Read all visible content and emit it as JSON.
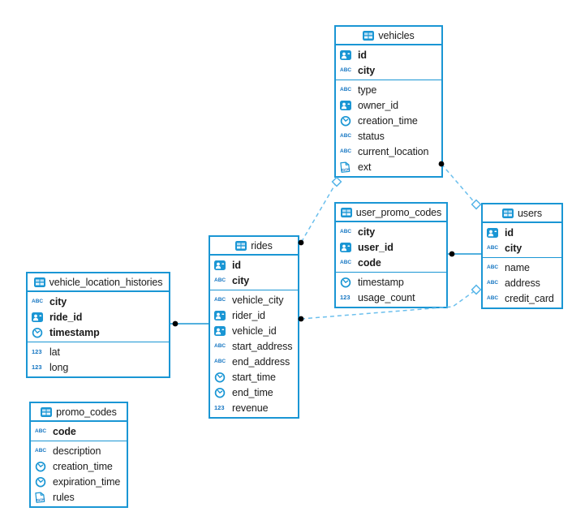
{
  "diagram": {
    "title": "",
    "colors": {
      "table_border": "#1a96d4",
      "icon_blue": "#1a96d4",
      "icon_text_blue": "#1576c2",
      "dashed_relation": "#6bbfed",
      "solid_relation": "#1a96d4",
      "endpoint_dot": "#000000",
      "text": "#1b1b1b",
      "background": "#ffffff"
    },
    "icons": {
      "table": "table-grid",
      "ref": "person-id-badge",
      "string": "ABC-letters",
      "number": "123-digits",
      "timestamp": "clock",
      "json": "json-document"
    },
    "icon_glyphs": {
      "string": "ABC",
      "number": "123",
      "json": "JSON"
    },
    "tables": [
      {
        "name": "vehicles",
        "columns": [
          {
            "name": "id",
            "type": "ref",
            "key": true
          },
          {
            "name": "city",
            "type": "string",
            "key": true
          },
          {
            "name": "type",
            "type": "string",
            "key": false
          },
          {
            "name": "owner_id",
            "type": "ref",
            "key": false
          },
          {
            "name": "creation_time",
            "type": "timestamp",
            "key": false
          },
          {
            "name": "status",
            "type": "string",
            "key": false
          },
          {
            "name": "current_location",
            "type": "string",
            "key": false
          },
          {
            "name": "ext",
            "type": "json",
            "key": false
          }
        ]
      },
      {
        "name": "user_promo_codes",
        "columns": [
          {
            "name": "city",
            "type": "string",
            "key": true
          },
          {
            "name": "user_id",
            "type": "ref",
            "key": true
          },
          {
            "name": "code",
            "type": "string",
            "key": true
          },
          {
            "name": "timestamp",
            "type": "timestamp",
            "key": false
          },
          {
            "name": "usage_count",
            "type": "number",
            "key": false
          }
        ]
      },
      {
        "name": "users",
        "columns": [
          {
            "name": "id",
            "type": "ref",
            "key": true
          },
          {
            "name": "city",
            "type": "string",
            "key": true
          },
          {
            "name": "name",
            "type": "string",
            "key": false
          },
          {
            "name": "address",
            "type": "string",
            "key": false
          },
          {
            "name": "credit_card",
            "type": "string",
            "key": false
          }
        ]
      },
      {
        "name": "rides",
        "columns": [
          {
            "name": "id",
            "type": "ref",
            "key": true
          },
          {
            "name": "city",
            "type": "string",
            "key": true
          },
          {
            "name": "vehicle_city",
            "type": "string",
            "key": false
          },
          {
            "name": "rider_id",
            "type": "ref",
            "key": false
          },
          {
            "name": "vehicle_id",
            "type": "ref",
            "key": false
          },
          {
            "name": "start_address",
            "type": "string",
            "key": false
          },
          {
            "name": "end_address",
            "type": "string",
            "key": false
          },
          {
            "name": "start_time",
            "type": "timestamp",
            "key": false
          },
          {
            "name": "end_time",
            "type": "timestamp",
            "key": false
          },
          {
            "name": "revenue",
            "type": "number",
            "key": false
          }
        ]
      },
      {
        "name": "vehicle_location_histories",
        "columns": [
          {
            "name": "city",
            "type": "string",
            "key": true
          },
          {
            "name": "ride_id",
            "type": "ref",
            "key": true
          },
          {
            "name": "timestamp",
            "type": "timestamp",
            "key": true
          },
          {
            "name": "lat",
            "type": "number",
            "key": false
          },
          {
            "name": "long",
            "type": "number",
            "key": false
          }
        ]
      },
      {
        "name": "promo_codes",
        "columns": [
          {
            "name": "code",
            "type": "string",
            "key": true
          },
          {
            "name": "description",
            "type": "string",
            "key": false
          },
          {
            "name": "creation_time",
            "type": "timestamp",
            "key": false
          },
          {
            "name": "expiration_time",
            "type": "timestamp",
            "key": false
          },
          {
            "name": "rules",
            "type": "json",
            "key": false
          }
        ]
      }
    ],
    "relations": [
      {
        "a": "vehicles",
        "a_marker": "diamond",
        "b": "rides",
        "b_marker": "dot",
        "style": "dashed"
      },
      {
        "a": "vehicles",
        "a_marker": "dot",
        "b": "users",
        "b_marker": "diamond",
        "style": "dashed"
      },
      {
        "a": "rides",
        "a_marker": "dot",
        "b": "users",
        "b_marker": "diamond",
        "style": "dashed"
      },
      {
        "a": "vehicle_location_histories",
        "a_marker": "dot",
        "b": "rides",
        "b_marker": "none",
        "style": "solid"
      },
      {
        "a": "user_promo_codes",
        "a_marker": "dot",
        "b": "users",
        "b_marker": "none",
        "style": "solid"
      }
    ]
  }
}
